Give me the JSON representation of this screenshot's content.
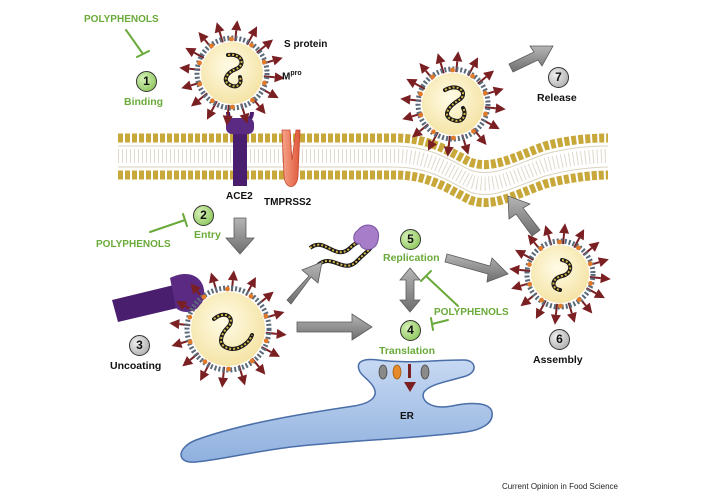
{
  "labels": {
    "polyphenols": "POLYPHENOLS",
    "s_protein": "S protein",
    "mpro_base": "M",
    "mpro_sup": "pro",
    "ace2": "ACE2",
    "tmprss2": "TMPRSS2",
    "er": "ER",
    "credit": "Current Opinion in Food Science"
  },
  "steps": [
    {
      "number": "1",
      "label": "Binding"
    },
    {
      "number": "2",
      "label": "Entry"
    },
    {
      "number": "3",
      "label": "Uncoating"
    },
    {
      "number": "4",
      "label": "Translation"
    },
    {
      "number": "5",
      "label": "Replication"
    },
    {
      "number": "6",
      "label": "Assembly"
    },
    {
      "number": "7",
      "label": "Release"
    }
  ],
  "colors": {
    "inhibitor_green": "#6aaa3a",
    "membrane_gold": "#c8a83a",
    "virion_core": "#fdf3c8",
    "spike": "#7a1f22",
    "receptor": "#4a1e6e",
    "tmprss2": "#f07a5c",
    "er": "#aec6ea",
    "arrow_gray": "#8a8a8a"
  }
}
